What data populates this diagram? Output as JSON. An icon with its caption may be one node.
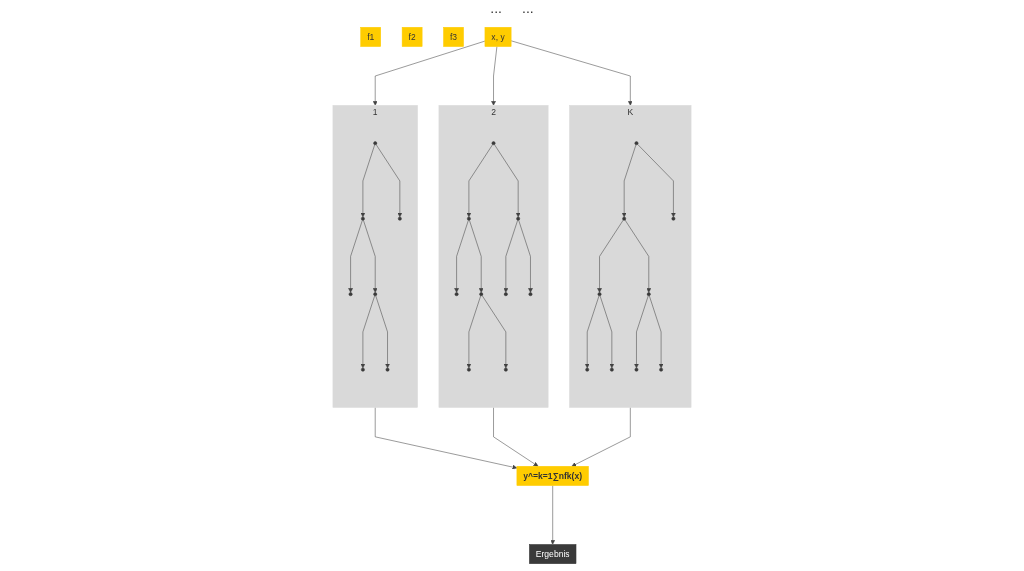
{
  "diagram": {
    "nodes": [
      {
        "text": [
          "x, y"
        ]
      },
      {
        "text": [
          "1"
        ]
      },
      {
        "text": [],
        "shape": "circle",
        "in": 1
      },
      {
        "text": [],
        "shape": "circle",
        "in": 1
      },
      {
        "text": [],
        "shape": "circle",
        "in": 1
      },
      {
        "text": [],
        "shape": "circle",
        "in": 1
      },
      {
        "text": [],
        "shape": "circle",
        "in": 1
      },
      {
        "text": [],
        "shape": "circle",
        "in": 1
      },
      {
        "text": [],
        "shape": "circle",
        "in": 1
      },
      {
        "text": [
          "f1"
        ]
      },
      {
        "text": [
          "2"
        ]
      },
      {
        "text": [],
        "shape": "circle",
        "in": 10
      },
      {
        "text": [],
        "shape": "circle",
        "in": 10
      },
      {
        "text": [],
        "shape": "circle",
        "in": 10
      },
      {
        "text": [],
        "shape": "circle",
        "in": 10
      },
      {
        "text": [],
        "shape": "circle",
        "in": 10
      },
      {
        "text": [],
        "shape": "circle",
        "in": 10
      },
      {
        "text": [],
        "shape": "circle",
        "in": 10
      },
      {
        "text": [],
        "shape": "circle",
        "in": 10
      },
      {
        "text": [],
        "shape": "circle",
        "in": 10
      },
      {
        "text": [
          "f2"
        ]
      },
      {
        "text": [
          "f3"
        ]
      },
      {
        "text": [
          "K"
        ]
      },
      {
        "text": [],
        "shape": "circle",
        "in": 22
      },
      {
        "text": [],
        "shape": "circle",
        "in": 22
      },
      {
        "text": [],
        "shape": "circle",
        "in": 22
      },
      {
        "text": [],
        "shape": "circle",
        "in": 22
      },
      {
        "text": [],
        "shape": "circle",
        "in": 22
      },
      {
        "text": [],
        "shape": "circle",
        "in": 22
      },
      {
        "text": [],
        "shape": "circle",
        "in": 22
      },
      {
        "text": [],
        "shape": "circle",
        "in": 22
      },
      {
        "text": [],
        "shape": "circle",
        "in": 22
      },
      {
        "text": [
          "y^=k=1∑nfk(x)"
        ]
      },
      {
        "text": [
          "Ergebnis"
        ]
      }
    ],
    "edges": [
      {
        "from": 0,
        "to": 1,
        "arrow": "to"
      },
      {
        "from": 0,
        "to": 10,
        "arrow": "to"
      },
      {
        "from": 0,
        "to": 22,
        "arrow": "to"
      },
      {
        "from": 2,
        "to": 3,
        "arrow": "to"
      },
      {
        "from": 2,
        "to": 4,
        "arrow": "to"
      },
      {
        "from": 3,
        "to": 5,
        "arrow": "to"
      },
      {
        "from": 3,
        "to": 6,
        "arrow": "to"
      },
      {
        "from": 6,
        "to": 7,
        "arrow": "to"
      },
      {
        "from": 6,
        "to": 8,
        "arrow": "to"
      },
      {
        "from": 11,
        "to": 12,
        "arrow": "to"
      },
      {
        "from": 11,
        "to": 13,
        "arrow": "to"
      },
      {
        "from": 12,
        "to": 14,
        "arrow": "to"
      },
      {
        "from": 12,
        "to": 15,
        "arrow": "to"
      },
      {
        "from": 13,
        "to": 16,
        "arrow": "to"
      },
      {
        "from": 13,
        "to": 17,
        "arrow": "to"
      },
      {
        "from": 15,
        "to": 18,
        "arrow": "to"
      },
      {
        "from": 15,
        "to": 19,
        "arrow": "to"
      },
      {
        "from": 23,
        "to": 24,
        "arrow": "to"
      },
      {
        "from": 23,
        "to": 25,
        "arrow": "to"
      },
      {
        "from": 24,
        "to": 26,
        "arrow": "to"
      },
      {
        "from": 24,
        "to": 27,
        "arrow": "to"
      },
      {
        "from": 26,
        "to": 28,
        "arrow": "to"
      },
      {
        "from": 26,
        "to": 29,
        "arrow": "to"
      },
      {
        "from": 27,
        "to": 30,
        "arrow": "to"
      },
      {
        "from": 27,
        "to": 31,
        "arrow": "to"
      },
      {
        "from": 1,
        "to": 32,
        "arrow": "to"
      },
      {
        "from": 10,
        "to": 32,
        "arrow": "to"
      },
      {
        "from": 22,
        "to": 32,
        "arrow": "to"
      },
      {
        "from": 32,
        "to": 33,
        "arrow": "to"
      }
    ],
    "labels": [
      "...",
      "..."
    ]
  }
}
